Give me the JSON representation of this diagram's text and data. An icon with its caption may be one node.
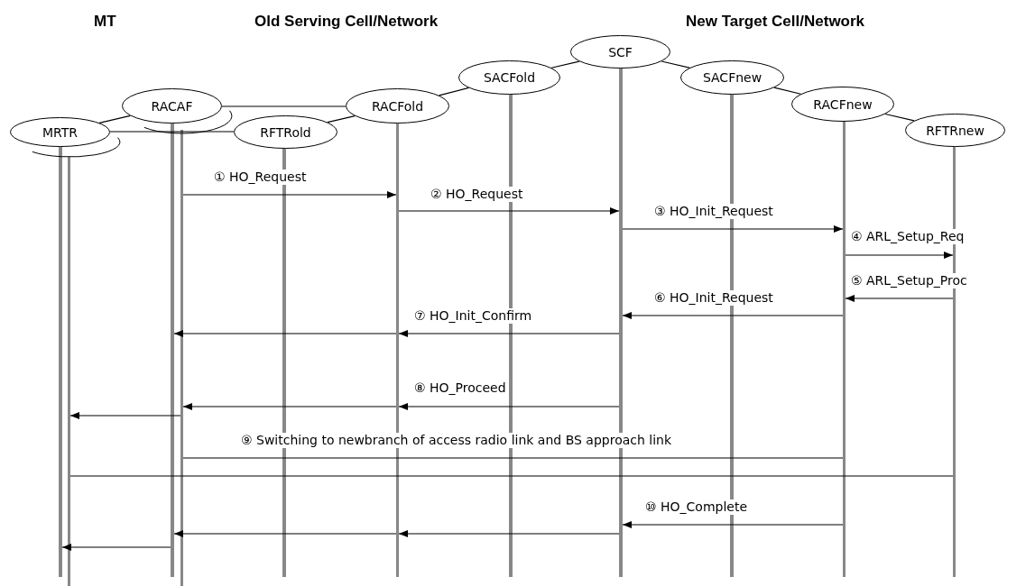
{
  "diagram": {
    "nodes": [
      {
        "text": [
          "MRTR"
        ]
      },
      {
        "text": [
          "RACAF"
        ]
      },
      {
        "text": [
          "RFTRold"
        ]
      },
      {
        "text": [
          "RACFold"
        ]
      },
      {
        "text": [
          "SACFold"
        ]
      },
      {
        "text": [
          "SCF"
        ]
      },
      {
        "text": [
          "SACFnew"
        ]
      },
      {
        "text": [
          "RACFnew"
        ]
      },
      {
        "text": [
          "RFTRnew"
        ]
      },
      {
        "text": [],
        "shape": "bar"
      },
      {
        "text": [],
        "shape": "bar"
      },
      {
        "text": [],
        "shape": "bar"
      },
      {
        "text": [],
        "shape": "bar"
      },
      {
        "text": [],
        "shape": "bar"
      },
      {
        "text": [],
        "shape": "bar"
      },
      {
        "text": [],
        "shape": "bar"
      },
      {
        "text": [],
        "shape": "bar"
      },
      {
        "text": [],
        "shape": "bar"
      },
      {
        "text": [],
        "shape": "bar"
      },
      {
        "text": [],
        "shape": "bar"
      }
    ],
    "edges": [
      {
        "from": 0,
        "to": 1,
        "arrow": "none"
      },
      {
        "from": 0,
        "to": 2,
        "arrow": "none"
      },
      {
        "from": 1,
        "to": 3,
        "arrow": "none"
      },
      {
        "from": 2,
        "to": 3,
        "arrow": "none"
      },
      {
        "from": 3,
        "to": 4,
        "arrow": "none"
      },
      {
        "from": 4,
        "to": 5,
        "arrow": "none"
      },
      {
        "from": 5,
        "to": 6,
        "arrow": "none"
      },
      {
        "from": 6,
        "to": 7,
        "arrow": "none"
      },
      {
        "from": 7,
        "to": 8,
        "arrow": "none"
      },
      {
        "from": 12,
        "to": 14,
        "arrow": "to",
        "label": "① HO_Request"
      },
      {
        "from": 14,
        "to": 16,
        "arrow": "to",
        "label": "② HO_Request"
      },
      {
        "from": 16,
        "to": 18,
        "arrow": "to",
        "label": "③ HO_Init_Request"
      },
      {
        "from": 18,
        "to": 19,
        "arrow": "to",
        "label": "④ ARL_Setup_Req"
      },
      {
        "from": 19,
        "to": 18,
        "arrow": "to",
        "label": "⑤ ARL_Setup_Proc"
      },
      {
        "from": 18,
        "to": 16,
        "arrow": "to",
        "label": "⑥ HO_Init_Request"
      },
      {
        "from": 16,
        "to": 14,
        "arrow": "to",
        "label": "⑦ HO_Init_Confirm"
      },
      {
        "from": 14,
        "to": 11,
        "arrow": "to"
      },
      {
        "from": 16,
        "to": 14,
        "arrow": "to",
        "label": "⑧ HO_Proceed"
      },
      {
        "from": 14,
        "to": 12,
        "arrow": "to"
      },
      {
        "from": 12,
        "to": 10,
        "arrow": "to"
      },
      {
        "from": 12,
        "to": 18,
        "arrow": "none",
        "label": "⑨ Switching to newbranch of access radio link and BS approach link"
      },
      {
        "from": 10,
        "to": 19,
        "arrow": "none"
      },
      {
        "from": 18,
        "to": 16,
        "arrow": "to",
        "label": "⑩ HO_Complete"
      },
      {
        "from": 16,
        "to": 14,
        "arrow": "to"
      },
      {
        "from": 14,
        "to": 11,
        "arrow": "to"
      },
      {
        "from": 11,
        "to": 9,
        "arrow": "to"
      }
    ],
    "labels": [
      "MT",
      "Old Serving Cell/Network",
      "New Target Cell/Network"
    ]
  }
}
